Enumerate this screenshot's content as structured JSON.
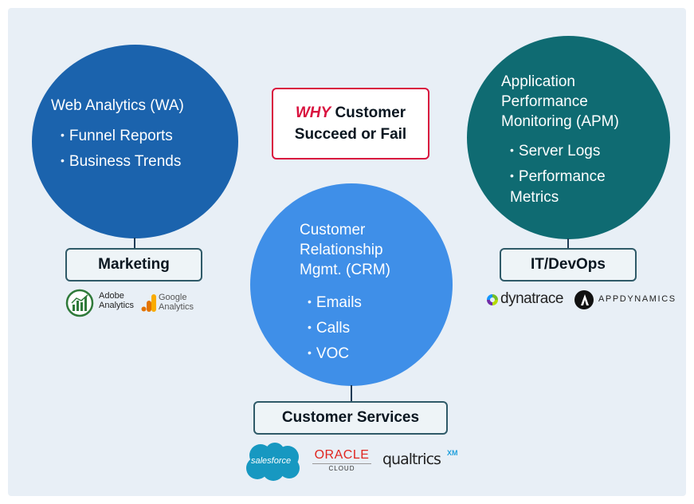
{
  "center_box": {
    "why": "WHY",
    "line1_rest": " Customer",
    "line2": "Succeed or Fail"
  },
  "web_analytics": {
    "title": "Web Analytics (WA)",
    "items": [
      "Funnel Reports",
      "Business Trends"
    ],
    "label": "Marketing",
    "color": "#1b63ad"
  },
  "apm": {
    "title": "Application\nPerformance\nMonitoring (APM)",
    "items": [
      "Server Logs",
      "Performance\nMetrics"
    ],
    "label": "IT/DevOps",
    "color": "#0f6b72"
  },
  "crm": {
    "title": "Customer\nRelationship\nMgmt. (CRM)",
    "items": [
      "Emails",
      "Calls",
      "VOC"
    ],
    "label": "Customer Services",
    "color": "#3f8fe8"
  },
  "logos": {
    "adobe": {
      "line1": "Adobe",
      "line2": "Analytics",
      "icon": "adobe-analytics-icon"
    },
    "google": {
      "line1": "Google",
      "line2": "Analytics",
      "icon": "google-analytics-icon"
    },
    "dynatrace": {
      "text": "dynatrace",
      "icon": "dynatrace-icon"
    },
    "appdynamics": {
      "text": "APPDYNAMICS",
      "icon": "appdynamics-icon"
    },
    "salesforce": {
      "text": "salesforce",
      "icon": "salesforce-cloud-icon"
    },
    "oracle": {
      "text": "ORACLE",
      "sub": "CLOUD"
    },
    "qualtrics": {
      "text": "qualtrics",
      "sup": "XM"
    }
  }
}
